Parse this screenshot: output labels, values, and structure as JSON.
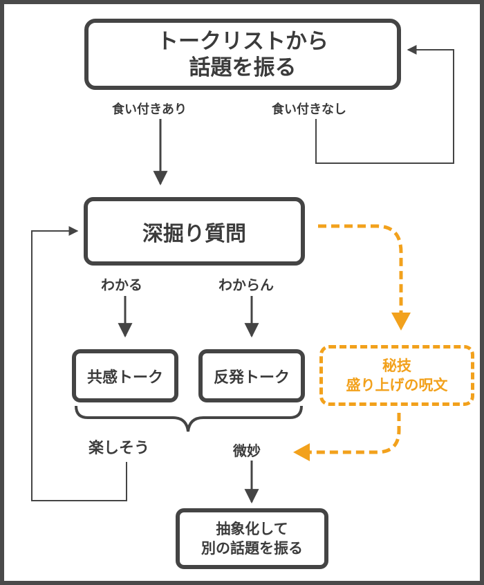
{
  "nodes": {
    "topic_from_list": {
      "line1": "トークリストから",
      "line2": "話題を振る"
    },
    "deep_question": {
      "text": "深掘り質問"
    },
    "empathy_talk": {
      "text": "共感トーク"
    },
    "counter_talk": {
      "text": "反発トーク"
    },
    "secret_technique": {
      "line1": "秘技",
      "line2": "盛り上げの呪文"
    },
    "abstract_topic": {
      "line1": "抽象化して",
      "line2": "別の話題を振る"
    }
  },
  "edge_labels": {
    "interested": "食い付きあり",
    "not_interested": "食い付きなし",
    "understand": "わかる",
    "dont_understand": "わからん",
    "fun": "楽しそう",
    "subtle": "微妙"
  },
  "colors": {
    "dark": "#444444",
    "accent": "#f2a11c",
    "frame": "#4a4a4a"
  }
}
